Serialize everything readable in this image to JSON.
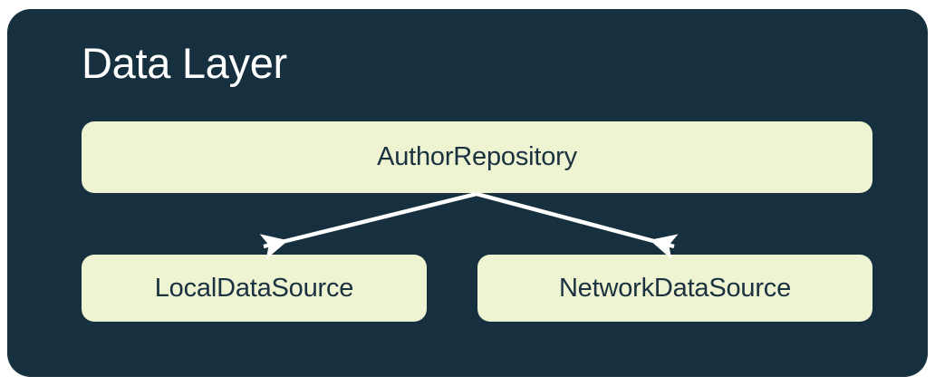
{
  "diagram": {
    "type": "architecture-layer-diagram",
    "title": "Data Layer",
    "panel_color": "#17303F",
    "node_fill_color": "#EEF3D2",
    "node_text_color": "#1A3140",
    "title_color": "#FFFFFF",
    "arrow_color": "#FFFFFF",
    "nodes": [
      {
        "id": "author-repository",
        "label": "AuthorRepository",
        "role": "repository",
        "row": 1
      },
      {
        "id": "local-data-source",
        "label": "LocalDataSource",
        "role": "data-source",
        "row": 2
      },
      {
        "id": "network-data-source",
        "label": "NetworkDataSource",
        "role": "data-source",
        "row": 2
      }
    ],
    "edges": [
      {
        "id": "repository-to-local",
        "from": "author-repository",
        "to": "local-data-source",
        "style": "solid-arrow"
      },
      {
        "id": "repository-to-network",
        "from": "author-repository",
        "to": "network-data-source",
        "style": "solid-arrow"
      }
    ]
  }
}
